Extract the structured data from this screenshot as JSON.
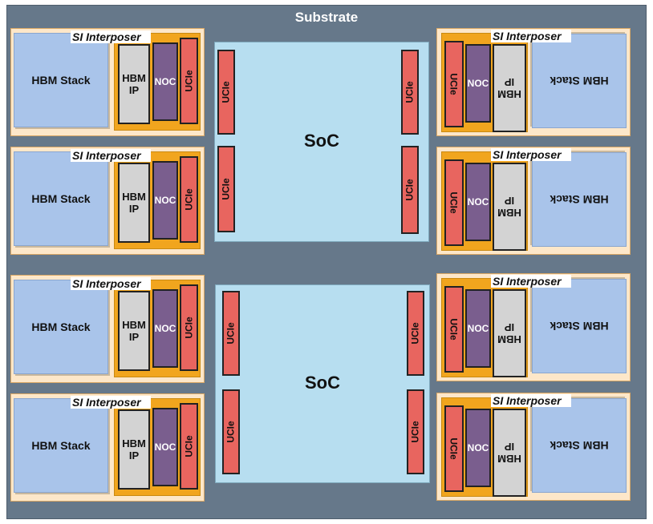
{
  "substrate": {
    "label": "Substrate"
  },
  "labels": {
    "si_interposer": "SI Interposer",
    "hbm_stack": "HBM Stack",
    "hbm_ip": "HBM\nIP",
    "noc": "NOC",
    "ucie": "UCIe",
    "soc": "SoC"
  },
  "colors": {
    "substrate": "#66788a",
    "interposer_bg": "#fde7c9",
    "hbm_stack": "#a9c4ea",
    "interposer_core": "#f1a51e",
    "hbm_ip": "#d3d3d3",
    "noc": "#7a5e8e",
    "ucie": "#e8655f",
    "soc": "#b7def0"
  }
}
